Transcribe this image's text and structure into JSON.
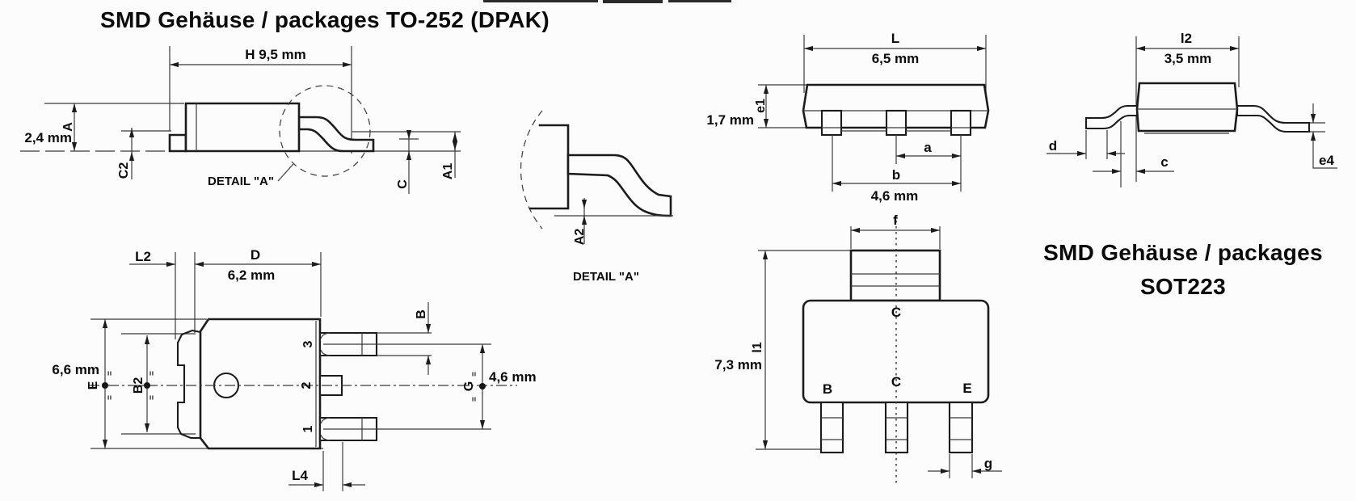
{
  "titles": {
    "dpak": "SMD Gehäuse / packages TO-252 (DPAK)",
    "sot223_line1": "SMD Gehäuse / packages",
    "sot223_line2": "SOT223"
  },
  "dpak_side": {
    "dim_h": "H  9,5 mm",
    "dim_a_value": "2,4 mm",
    "dim_a": "A",
    "dim_c2": "C2",
    "detail_label": "DETAIL \"A\"",
    "dim_c": "C",
    "dim_a1": "A1"
  },
  "dpak_detail": {
    "dim_a2": "A2",
    "caption": "DETAIL \"A\""
  },
  "dpak_top": {
    "dim_l2": "L2",
    "dim_d": "D",
    "dim_d_value": "6,2 mm",
    "dim_e_value": "6,6 mm",
    "dim_e": "E",
    "dim_b2": "B2",
    "dim_b": "B",
    "dim_g": "G",
    "dim_g_value": "4,6 mm",
    "dim_l4": "L4",
    "pin1": "1",
    "pin2": "2",
    "pin3": "3",
    "eq": "="
  },
  "sot223_front": {
    "dim_l": "L",
    "dim_l_value": "6,5 mm",
    "dim_e1": "e1",
    "dim_e1_value": "1,7 mm",
    "dim_a": "a",
    "dim_b": "b",
    "dim_b_value": "4,6 mm"
  },
  "sot223_side": {
    "dim_l2": "l2",
    "dim_l2_value": "3,5 mm",
    "dim_d": "d",
    "dim_c": "c",
    "dim_e4": "e4"
  },
  "sot223_top": {
    "dim_f": "f",
    "dim_l1": "l1",
    "dim_l1_value": "7,3 mm",
    "pin_b": "B",
    "pin_c_top": "C",
    "pin_c_mid": "C",
    "pin_e": "E",
    "dim_g": "g"
  }
}
